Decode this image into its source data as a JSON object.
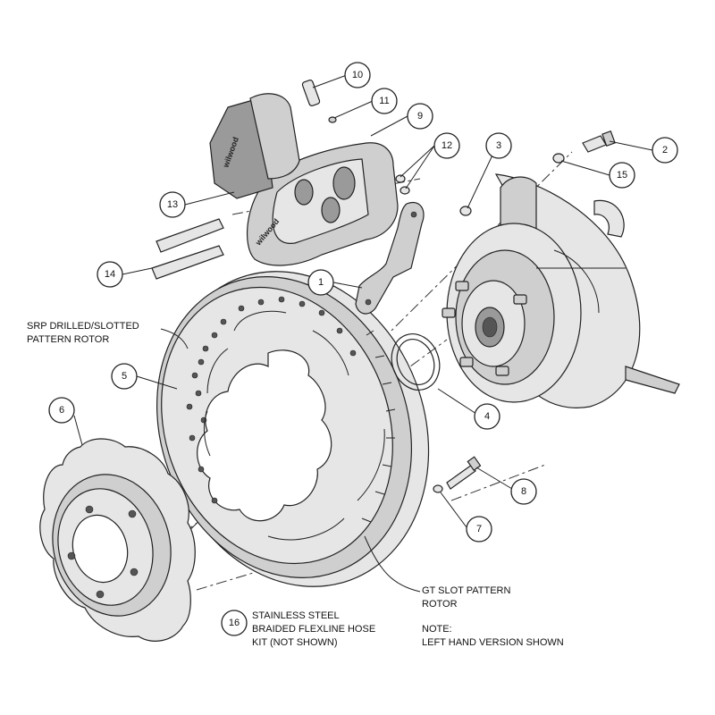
{
  "callouts": [
    "1",
    "2",
    "3",
    "4",
    "5",
    "6",
    "7",
    "8",
    "9",
    "10",
    "11",
    "12",
    "13",
    "14",
    "15",
    "16"
  ],
  "labels": {
    "srp_line1": "SRP DRILLED/SLOTTED",
    "srp_line2": "PATTERN ROTOR",
    "gt_line1": "GT SLOT PATTERN",
    "gt_line2": "ROTOR",
    "hose_line1": "STAINLESS STEEL",
    "hose_line2": "BRAIDED FLEXLINE HOSE",
    "hose_line3": "KIT (NOT SHOWN)",
    "note_line1": "NOTE:",
    "note_line2": "LEFT HAND VERSION SHOWN"
  },
  "logo": "wilwood"
}
